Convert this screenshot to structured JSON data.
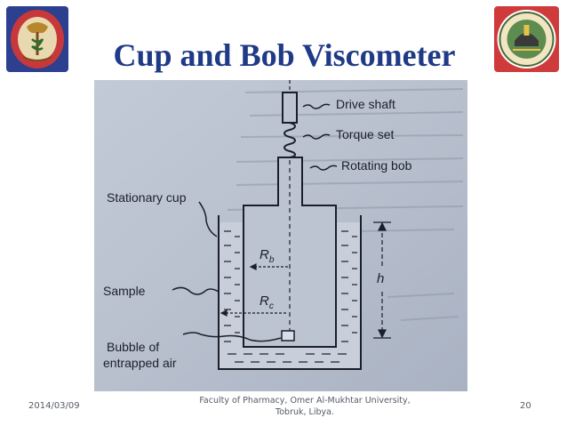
{
  "slide": {
    "title": "Cup and Bob Viscometer",
    "footer": {
      "date": "2014/03/09",
      "institution_line1": "Faculty of Pharmacy, Omer Al-Mukhtar University,",
      "institution_line2": "Tobruk, Libya.",
      "page_number": "20"
    }
  },
  "diagram": {
    "labels": {
      "drive_shaft": "Drive shaft",
      "torque_set": "Torque set",
      "rotating_bob": "Rotating bob",
      "stationary_cup": "Stationary cup",
      "sample": "Sample",
      "bubble_line1": "Bubble of",
      "bubble_line2": "entrapped air",
      "rb_base": "R",
      "rb_sub": "b",
      "rc_base": "R",
      "rc_sub": "c",
      "h": "h"
    }
  },
  "colors": {
    "title": "#1f3a86",
    "photo_background": "#b7c0cf",
    "ink": "#1b1f2a"
  }
}
